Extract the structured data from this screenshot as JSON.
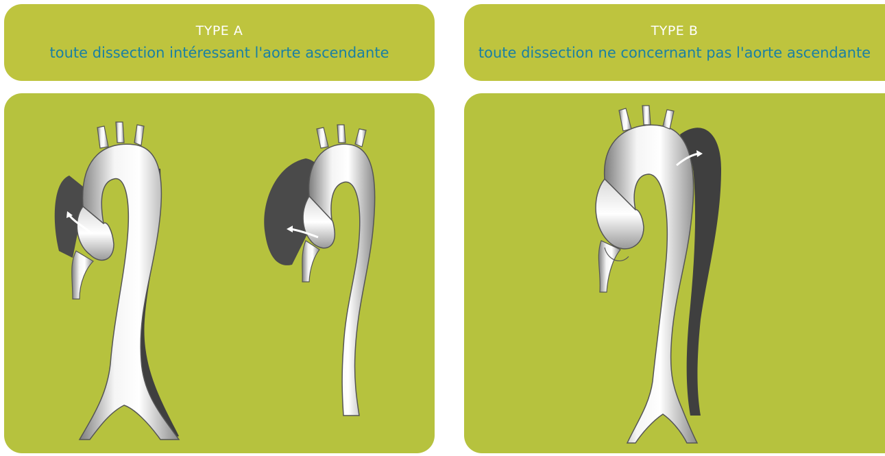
{
  "type_a": {
    "label": "TYPE A",
    "description": "toute dissection intéressant l'aorte ascendante"
  },
  "type_b": {
    "label": "TYPE B",
    "description": "toute dissection ne concernant pas l'aorte ascendante"
  },
  "colors": {
    "header_bg": "#bec43e",
    "panel_bg": "#b6c23e",
    "label_text": "#ffffff",
    "description_text": "#1a80a3",
    "false_lumen": "#4a4a4a",
    "aorta_light": "#f2f2f2",
    "aorta_shadow": "#8c8c8c"
  }
}
